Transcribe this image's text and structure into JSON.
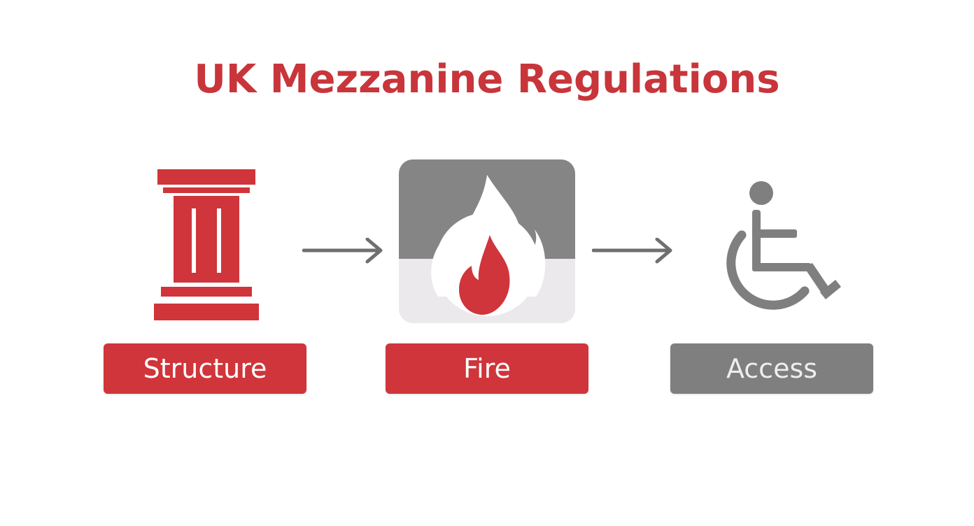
{
  "title": "UK Mezzanine Regulations",
  "steps": [
    {
      "label": "Structure",
      "icon": "pillar-icon",
      "color": "#cf353a"
    },
    {
      "label": "Fire",
      "icon": "flame-icon",
      "color": "#cf353a"
    },
    {
      "label": "Access",
      "icon": "wheelchair-icon",
      "color": "#7f7f7f"
    }
  ],
  "colors": {
    "accent": "#cf353a",
    "neutral": "#7f7f7f",
    "title": "#c8353a"
  }
}
